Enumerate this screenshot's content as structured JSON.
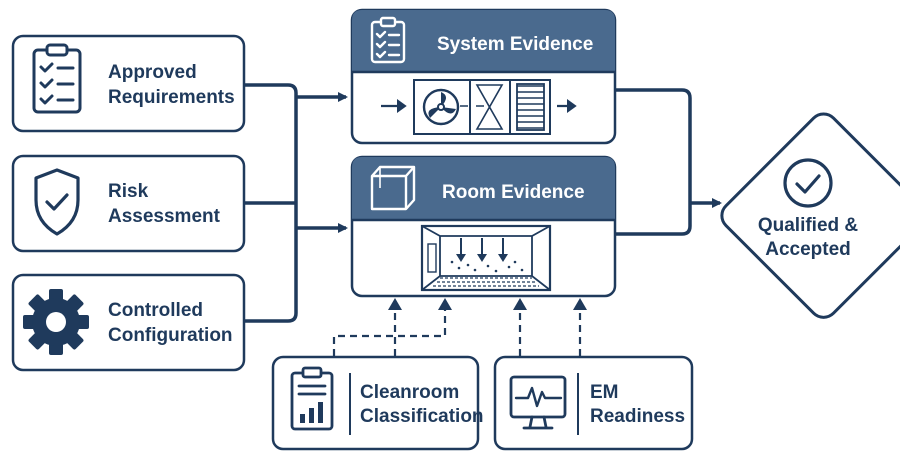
{
  "inputs": [
    {
      "lines": [
        "Approved",
        "Requirements"
      ],
      "icon": "clipboard-checklist-icon"
    },
    {
      "lines": [
        "Risk",
        "Assessment"
      ],
      "icon": "shield-check-icon"
    },
    {
      "lines": [
        "Controlled",
        "Configuration"
      ],
      "icon": "gear-icon"
    }
  ],
  "evidence": {
    "system": {
      "title": "System Evidence",
      "icon": "clipboard-checklist-icon",
      "illustration": "air-handling-unit-icon"
    },
    "room": {
      "title": "Room Evidence",
      "icon": "room-box-icon",
      "illustration": "cleanroom-airflow-icon"
    }
  },
  "supports": [
    {
      "lines": [
        "Cleanroom",
        "Classification"
      ],
      "icon": "report-chart-icon"
    },
    {
      "lines": [
        "EM",
        "Readiness"
      ],
      "icon": "monitor-waveform-icon"
    }
  ],
  "output": {
    "lines": [
      "Qualified &",
      "Accepted"
    ],
    "icon": "check-circle-icon"
  },
  "colors": {
    "primary": "#1f3a5c",
    "header": "#4a6a8e",
    "background": "#ffffff"
  }
}
